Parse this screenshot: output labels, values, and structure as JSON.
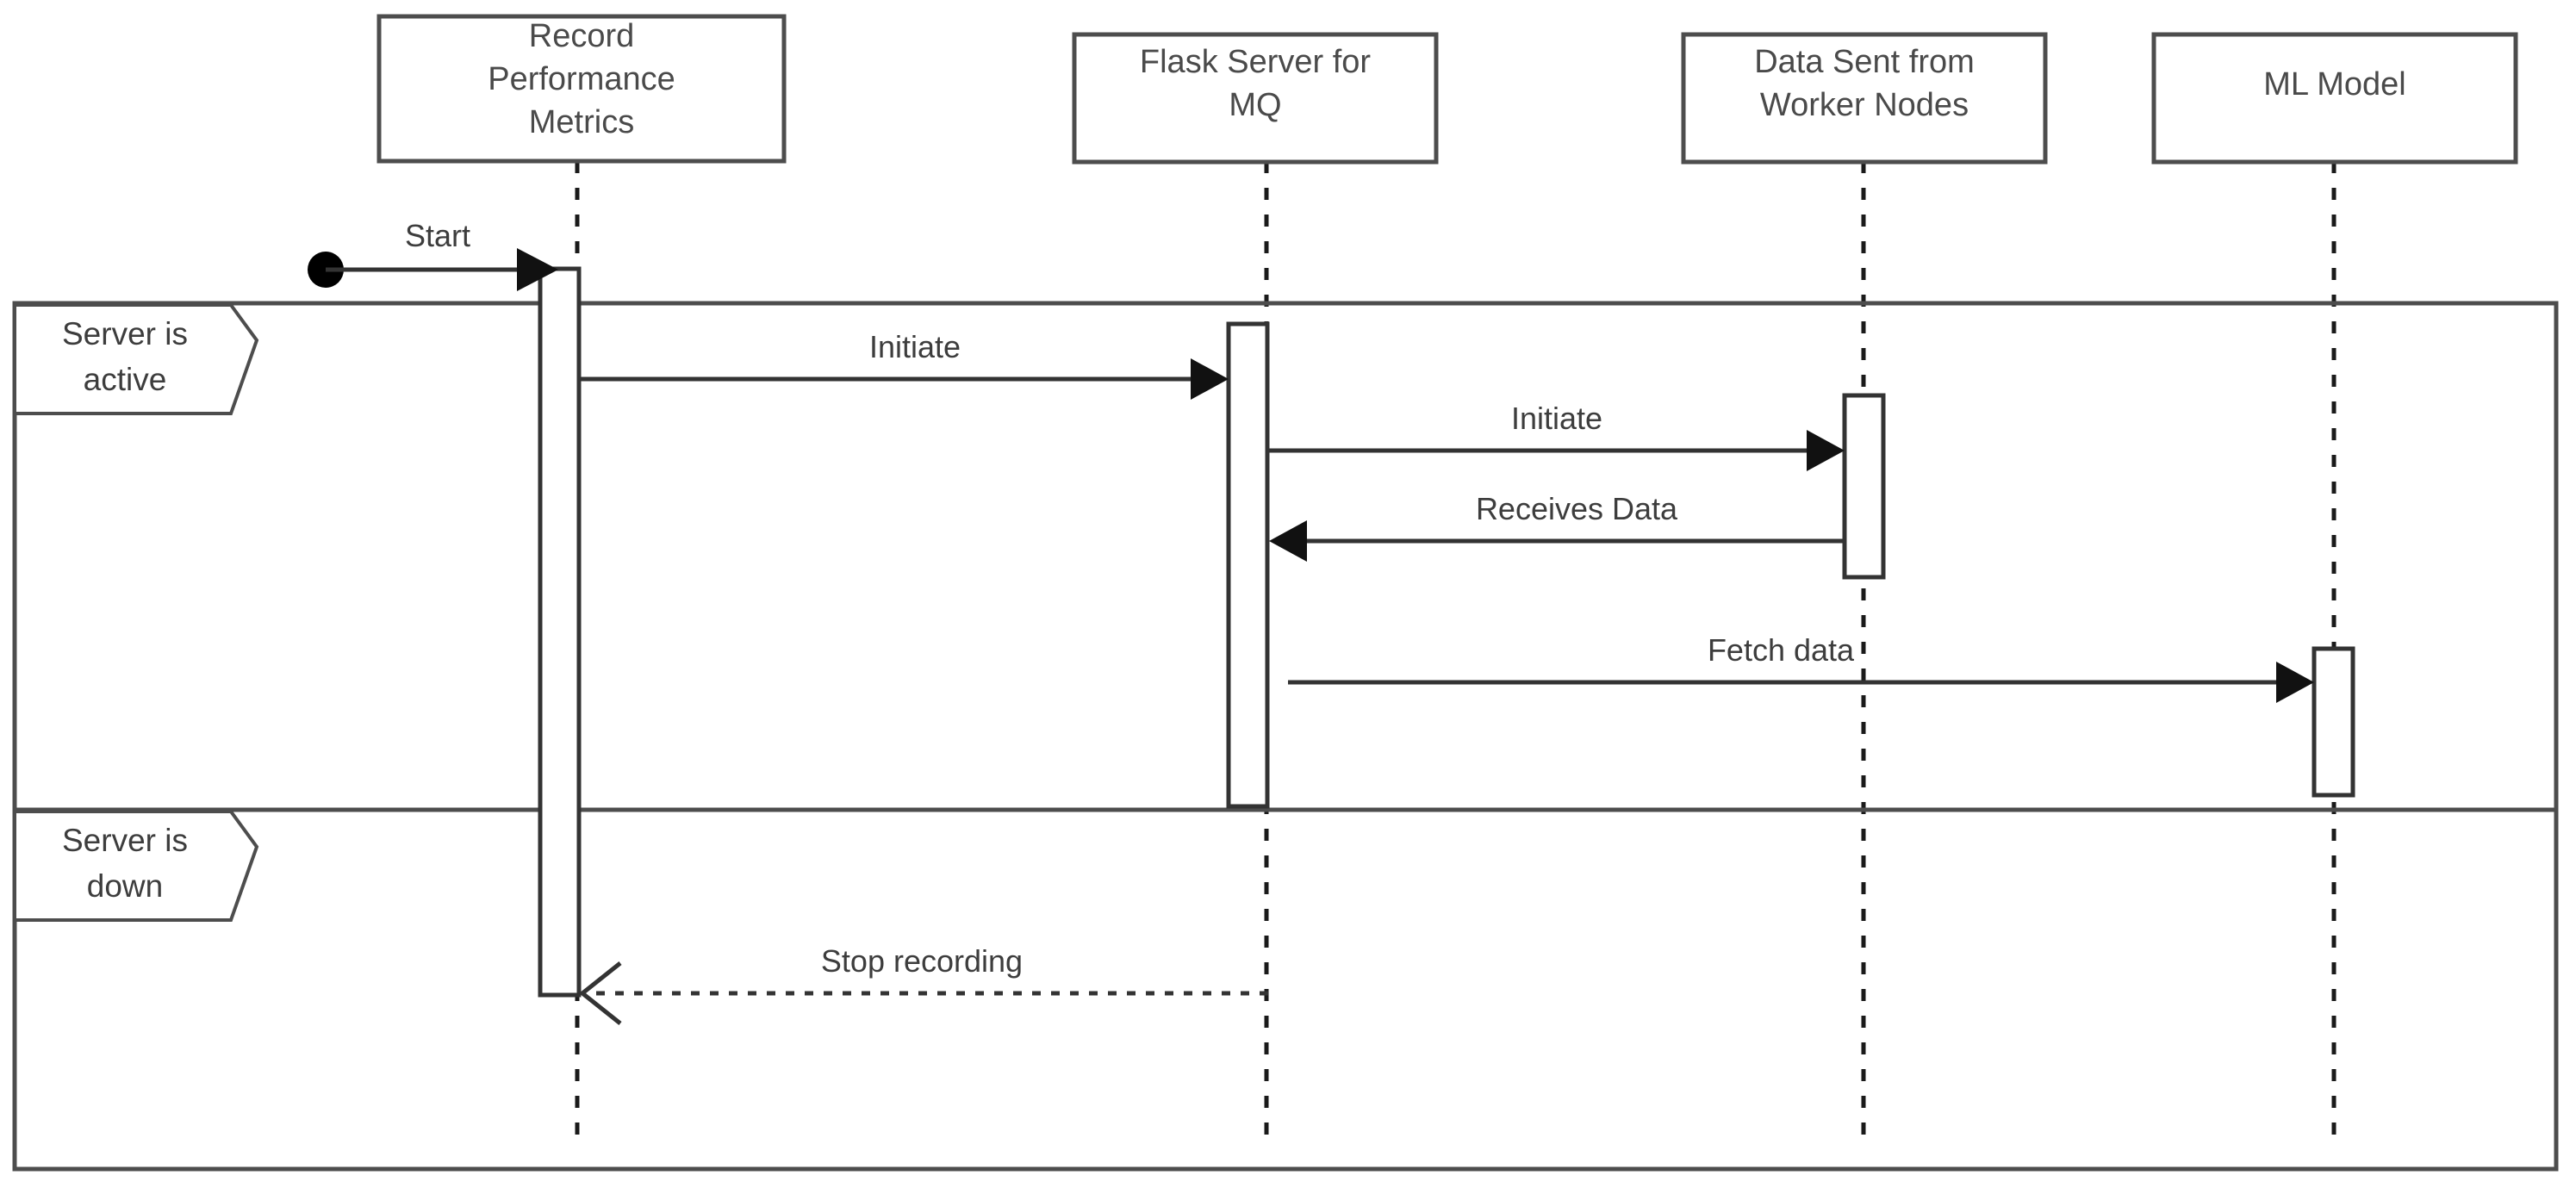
{
  "diagram": {
    "type": "uml-sequence-diagram",
    "background_color": "#ffffff",
    "line_color": "#333333",
    "text_color": "#3d3d3d",
    "lifelines": [
      {
        "id": "record-performance-metrics",
        "label_lines": [
          "Record",
          "Performance",
          "Metrics"
        ]
      },
      {
        "id": "flask-server-for-mq",
        "label_lines": [
          "Flask Server for",
          "MQ"
        ]
      },
      {
        "id": "data-sent-from-worker-nodes",
        "label_lines": [
          "Data Sent from",
          "Worker Nodes"
        ]
      },
      {
        "id": "ml-model",
        "label_lines": [
          "ML Model"
        ]
      }
    ],
    "start_node": {
      "label": "Start"
    },
    "fragments": [
      {
        "id": "server-is-active",
        "label_lines": [
          "Server is",
          "active"
        ]
      },
      {
        "id": "server-is-down",
        "label_lines": [
          "Server is",
          "down"
        ]
      }
    ],
    "messages": [
      {
        "id": "start",
        "label": "Start",
        "from": "start-node",
        "to": "record-performance-metrics",
        "style": "solid",
        "arrow": "filled",
        "direction": "right"
      },
      {
        "id": "initiate-1",
        "label": "Initiate",
        "from": "record-performance-metrics",
        "to": "flask-server-for-mq",
        "style": "solid",
        "arrow": "filled",
        "direction": "right"
      },
      {
        "id": "initiate-2",
        "label": "Initiate",
        "from": "flask-server-for-mq",
        "to": "data-sent-from-worker-nodes",
        "style": "solid",
        "arrow": "filled",
        "direction": "right"
      },
      {
        "id": "receives-data",
        "label": "Receives Data",
        "from": "data-sent-from-worker-nodes",
        "to": "flask-server-for-mq",
        "style": "solid",
        "arrow": "filled",
        "direction": "left"
      },
      {
        "id": "fetch-data",
        "label": "Fetch data",
        "from": "flask-server-for-mq",
        "to": "ml-model",
        "style": "solid",
        "arrow": "filled",
        "direction": "right"
      },
      {
        "id": "stop-recording",
        "label": "Stop recording",
        "from": "flask-server-for-mq",
        "to": "record-performance-metrics",
        "style": "dashed",
        "arrow": "open",
        "direction": "left"
      }
    ]
  }
}
